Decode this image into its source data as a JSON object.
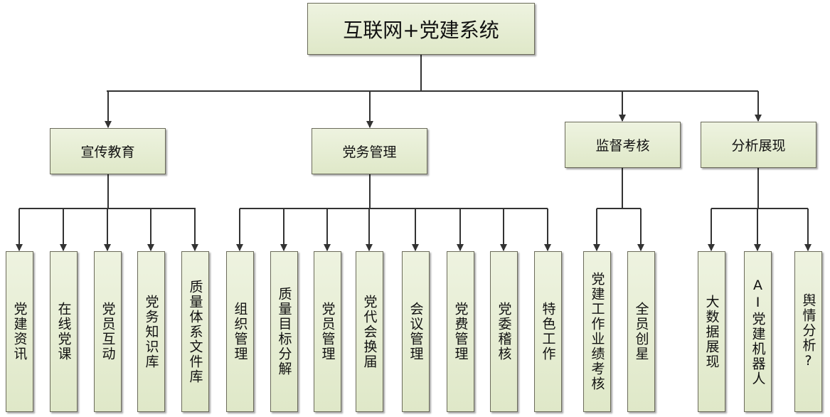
{
  "root": {
    "label": "互联网+党建系统"
  },
  "categories": [
    {
      "label": "宣传教育",
      "children": [
        "党建资讯",
        "在线党课",
        "党员互动",
        "党务知识库",
        "质量体系文件库"
      ]
    },
    {
      "label": "党务管理",
      "children": [
        "组织管理",
        "质量目标分解",
        "党员管理",
        "党代会换届",
        "会议管理",
        "党费管理",
        "党委稽核",
        "特色工作"
      ]
    },
    {
      "label": "监督考核",
      "children": [
        "党建工作业绩考核",
        "全员创星"
      ]
    },
    {
      "label": "分析展现",
      "children": [
        "大数据展现",
        "AI党建机器人",
        "舆情分析?"
      ]
    }
  ],
  "colors": {
    "box_fill": "#e4ecd2",
    "box_border": "#6b6b5a",
    "line": "#333333"
  }
}
